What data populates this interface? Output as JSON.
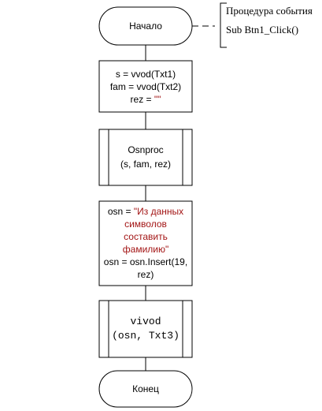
{
  "diagram": {
    "start_label": "Начало",
    "comment": {
      "line1": "Процедура события",
      "line2": "Sub Btn1_Click()"
    },
    "process1": {
      "line1": "s = vvod(Txt1)",
      "line2": "fam = vvod(Txt2)",
      "line3_code": "rez = ",
      "line3_string": "\"\""
    },
    "subproc1": {
      "line1": "Osnproc",
      "line2": "(s, fam, rez)"
    },
    "process2": {
      "line1_code": "osn = ",
      "line1_string": "\"Из данных",
      "line2_string": "символов",
      "line3_string": "составить",
      "line4_string": "фамилию\"",
      "line5": "osn = osn.Insert(19,",
      "line6": "rez)"
    },
    "subproc2": {
      "line1": "vivod",
      "line2": "(osn, Txt3)"
    },
    "end_label": "Конец"
  }
}
